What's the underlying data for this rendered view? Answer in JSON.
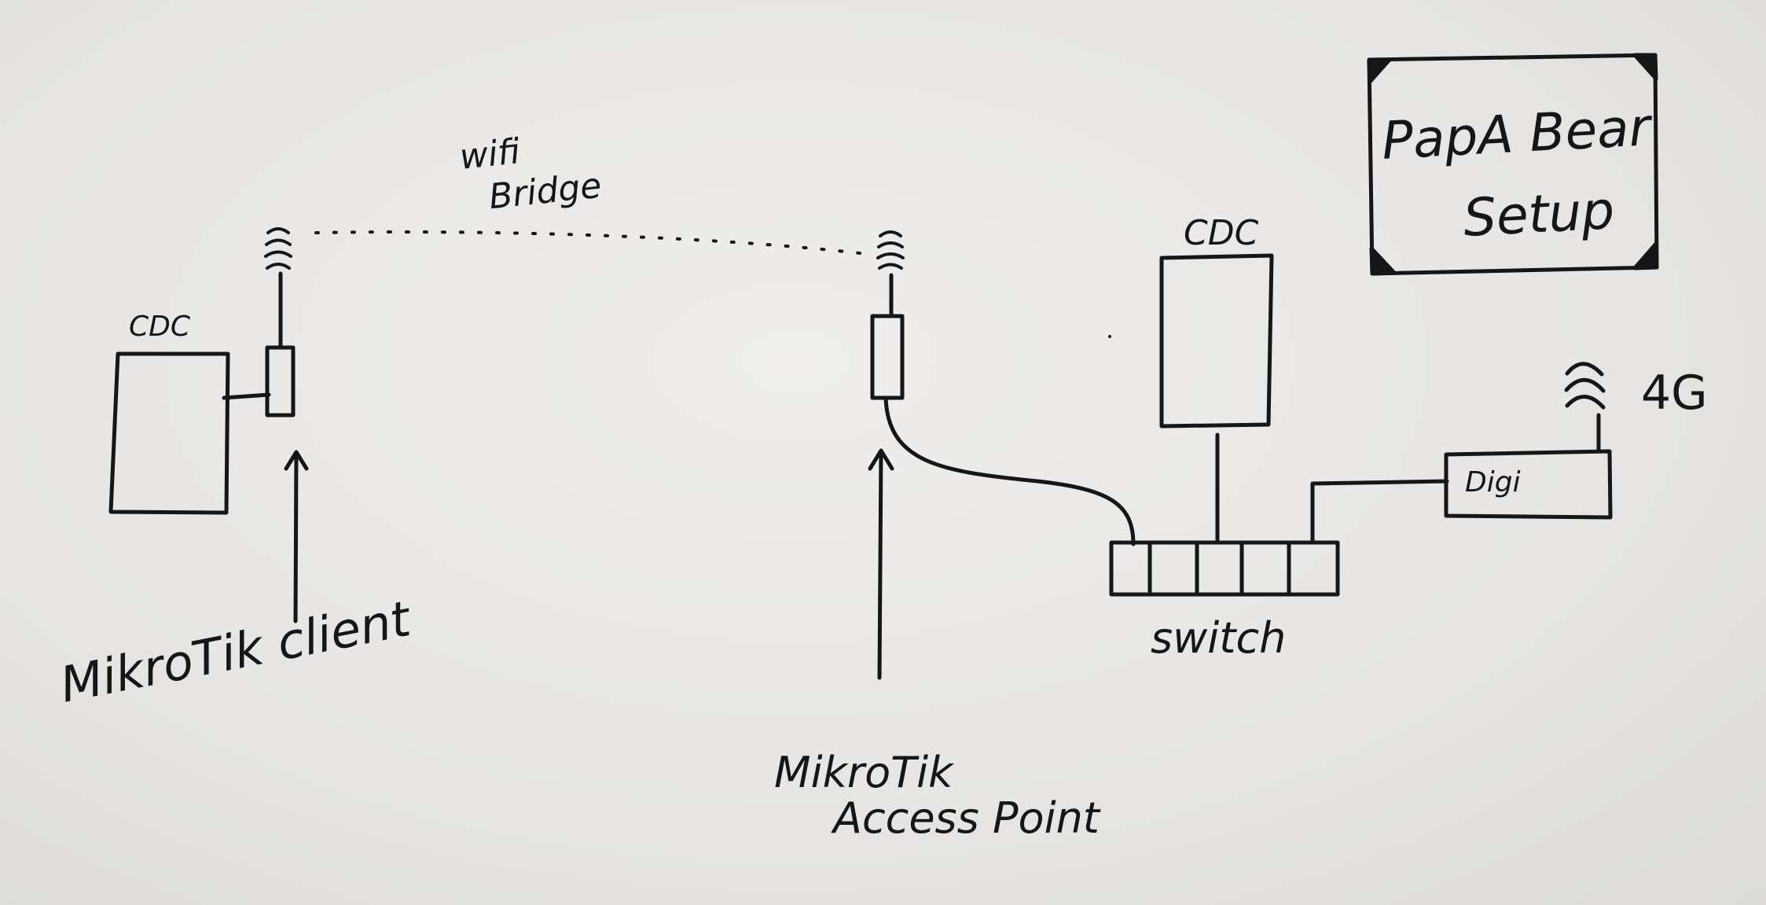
{
  "title_box": {
    "line1": "PapA Bear",
    "line2": "Setup"
  },
  "wifi_bridge": {
    "line1": "wifi",
    "line2": "Bridge"
  },
  "cdc_left": "CDC",
  "cdc_right": "CDC",
  "digi": "Digi",
  "cellular": "4G",
  "switch": "switch",
  "mikrotik_client": "MikroTik client",
  "mikrotik_ap": {
    "line1": "MikroTik",
    "line2": "Access Point"
  },
  "colors": {
    "ink": "#161616",
    "paper": "#e6e5e3"
  }
}
